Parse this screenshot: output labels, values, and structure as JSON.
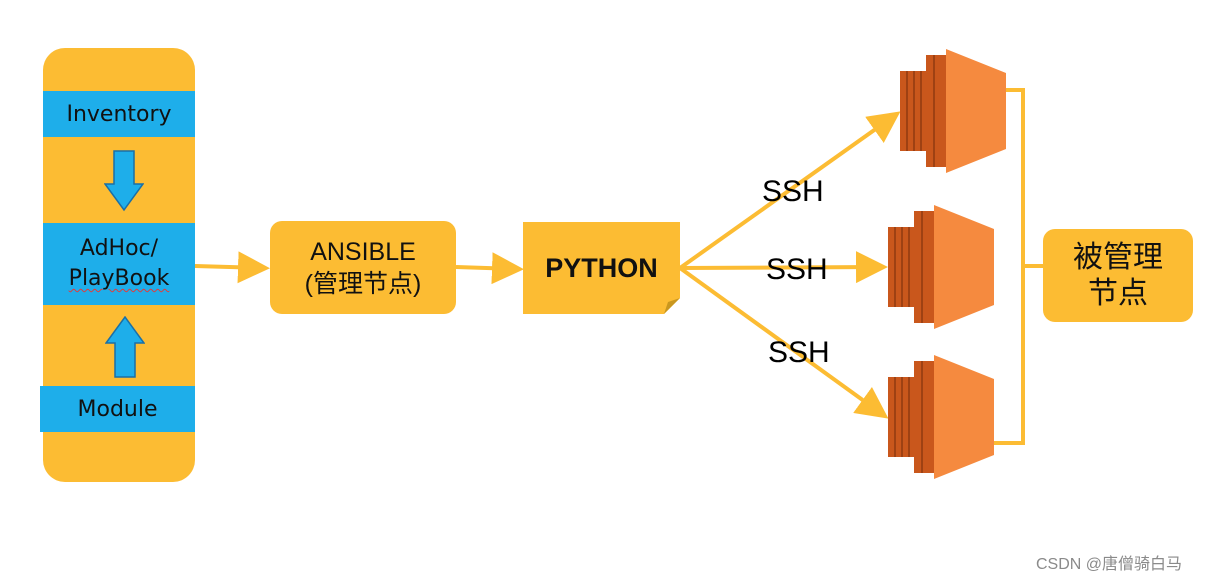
{
  "stack": {
    "inventory_label": "Inventory",
    "adhoc_label_1": "AdHoc/",
    "adhoc_label_2": "PlayBook",
    "module_label": "Module"
  },
  "ansible_box": {
    "line1": "ANSIBLE",
    "line2": "(管理节点)"
  },
  "python_box": {
    "label": "PYTHON"
  },
  "connections": {
    "ssh_1": "SSH",
    "ssh_2": "SSH",
    "ssh_3": "SSH"
  },
  "managed_box": {
    "line1": "被管理",
    "line2": "节点"
  },
  "watermark": "CSDN @唐僧骑白马",
  "colors": {
    "orange_fill": "#fcbc33",
    "blue_fill": "#1eaeea",
    "server_front": "#f58a3f",
    "server_edge": "#c9571c"
  },
  "icons": [
    "arrow-down-icon",
    "arrow-up-icon",
    "server-icon"
  ]
}
